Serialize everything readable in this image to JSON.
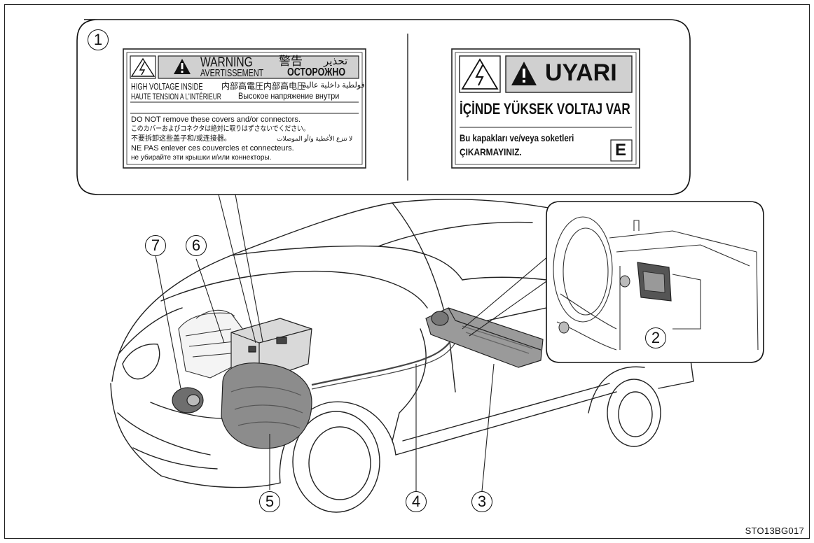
{
  "figure_code": "STO13BG017",
  "callouts": {
    "c1": "1",
    "c2": "2",
    "c3": "3",
    "c4": "4",
    "c5": "5",
    "c6": "6",
    "c7": "7"
  },
  "label_multilingual": {
    "warning_en": "WARNING",
    "warning_jp": "警告",
    "warning_ar": "تحذير",
    "warning_fr": "AVERTISSEMENT",
    "warning_ru": "ОСТОРОЖНО",
    "hv_en": "HIGH VOLTAGE INSIDE",
    "hv_jp": "内部高電圧",
    "hv_cn": "内部高电压",
    "hv_ar": "فولطية داخلية عالية",
    "hv_fr": "HAUTE TENSION A L'INTÉRIEUR",
    "hv_ru": "Высокое напряжение внутри",
    "dn_en": "DO NOT remove these covers and/or connectors.",
    "dn_jp": "このカバーおよびコネクタは絶対に取りはずさないでください。",
    "dn_cn": "不要拆卸这些盖子和/或连接器。",
    "dn_ar": "لا تنزع الأغطية و/أو الموصلات",
    "dn_fr": "NE PAS enlever ces couvercles et connecteurs.",
    "dn_ru": "не убирайте эти крышки и/или коннекторы."
  },
  "label_turkish": {
    "warning": "UYARI",
    "hv": "İÇİNDE YÜKSEK VOLTAJ VAR",
    "line1": "Bu kapakları ve/veya soketleri",
    "line2": "ÇIKARMAYINIZ.",
    "letter": "E"
  }
}
